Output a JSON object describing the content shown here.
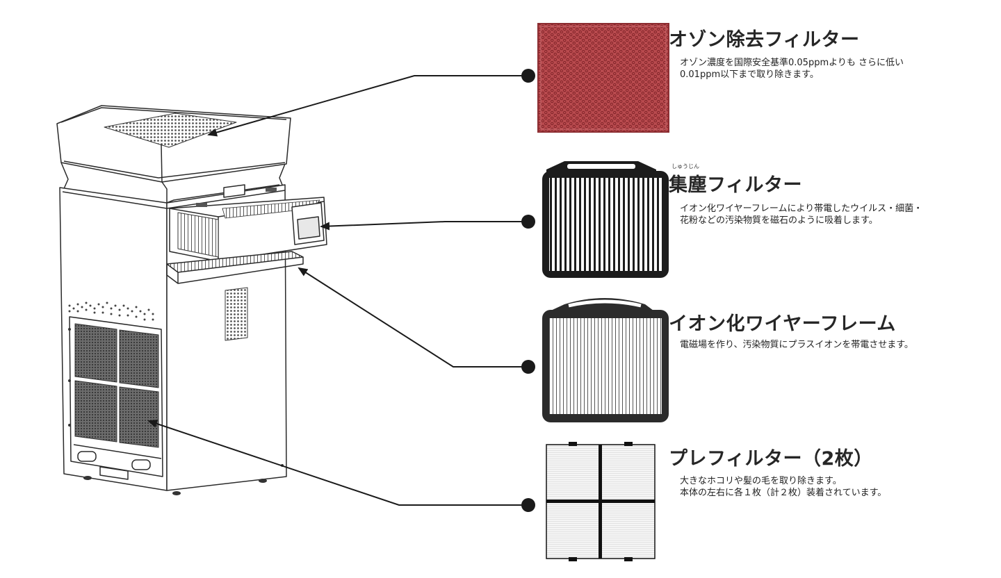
{
  "filters": [
    {
      "title": "オゾン除去フィルター",
      "lines": [
        "オゾン濃度を国際安全基準0.05ppmよりも さらに低い",
        "0.01ppm以下まで取り除きます。"
      ]
    },
    {
      "title": "集塵フィルター",
      "ruby": "しゅうじん",
      "lines": [
        "イオン化ワイヤーフレームにより帯電したウイルス・細菌・",
        "花粉などの汚染物質を磁石のように吸着します。"
      ]
    },
    {
      "title": "イオン化ワイヤーフレーム",
      "lines": [
        "電磁場を作り、汚染物質にプラスイオンを帯電させます。"
      ]
    },
    {
      "title": "プレフィルター（2枚）",
      "lines": [
        "大きなホコリや髪の毛を取り除きます。",
        "本体の左右に各１枚（計２枚）装着されています。"
      ]
    }
  ],
  "colors": {
    "ozone_filter": "#b84a4e",
    "ozone_border": "#8c2d31",
    "dust_frame": "#1c1c1c",
    "wire_frame": "#2b2b2b",
    "prefilter_mesh": "#f3f3f3",
    "prefilter_frame": "#111111",
    "leader_line": "#1a1a1a"
  }
}
